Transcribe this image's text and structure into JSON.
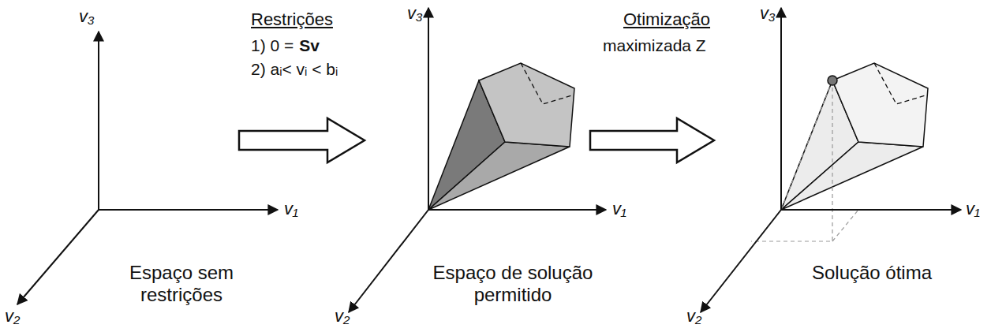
{
  "diagram": {
    "labels": [
      "v₃",
      "v₁",
      "v₂",
      "Espaço sem restrições",
      "Restrições",
      "1) 0 =",
      "Sv",
      "2) aᵢ< vᵢ < bᵢ",
      "v₃",
      "v₁",
      "v₂",
      "Espaço de solução permitido",
      "Otimização",
      "maximizada Z",
      "v₃",
      "v₁",
      "v₂",
      "Solução ótima"
    ]
  }
}
